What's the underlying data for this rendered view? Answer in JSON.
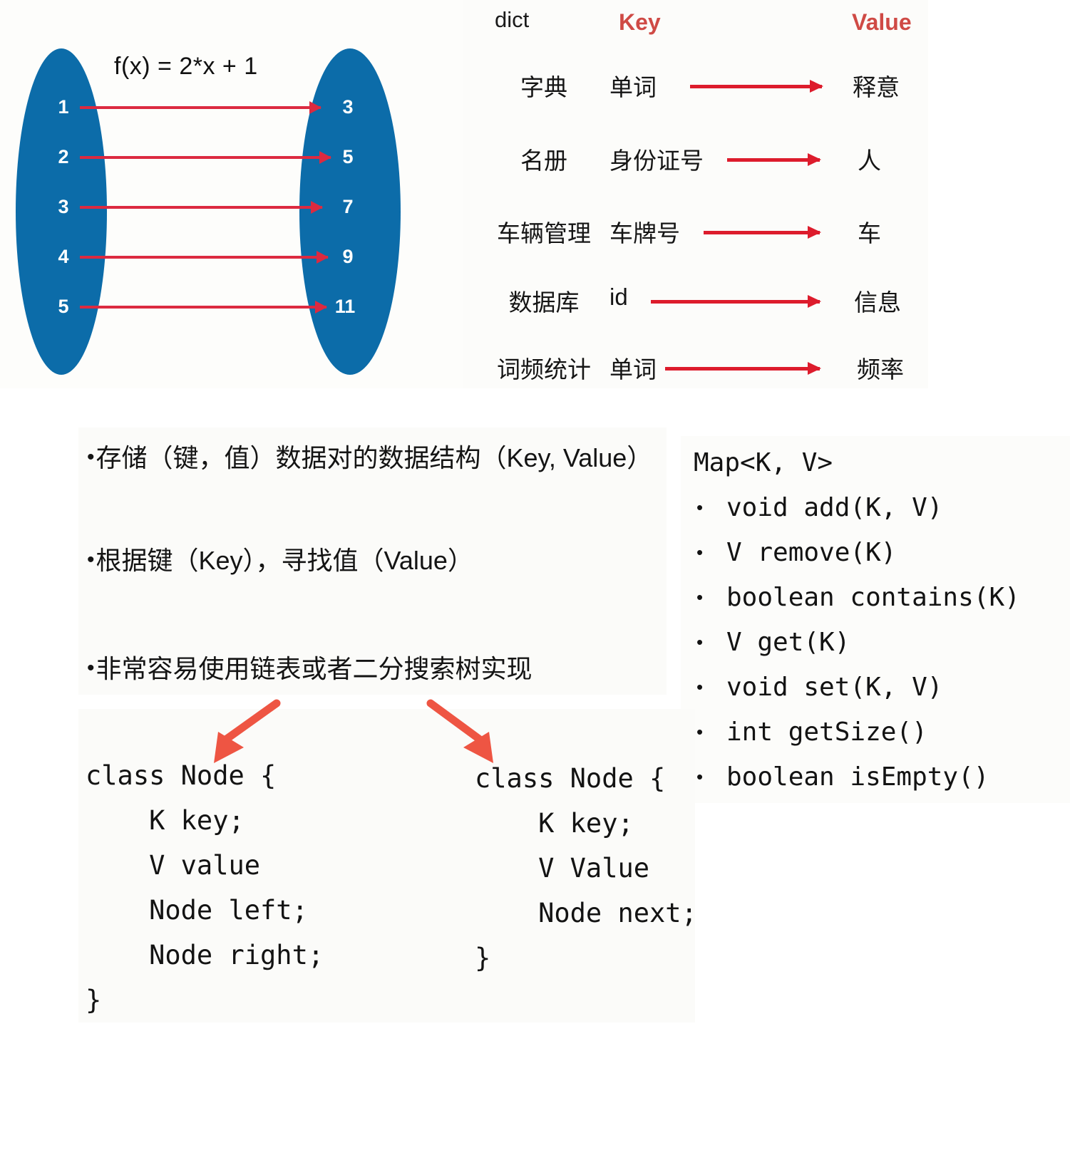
{
  "function_diagram": {
    "formula": "f(x) = 2*x + 1",
    "domain": [
      "1",
      "2",
      "3",
      "4",
      "5"
    ],
    "range": [
      "3",
      "5",
      "7",
      "9",
      "11"
    ]
  },
  "dict_table": {
    "title": "dict",
    "headers": {
      "key": "Key",
      "value": "Value"
    },
    "rows": [
      {
        "context": "字典",
        "key": "单词",
        "value": "释意"
      },
      {
        "context": "名册",
        "key": "身份证号",
        "value": "人"
      },
      {
        "context": "车辆管理",
        "key": "车牌号",
        "value": "车"
      },
      {
        "context": "数据库",
        "key": "id",
        "value": "信息"
      },
      {
        "context": "词频统计",
        "key": "单词",
        "value": "频率"
      }
    ]
  },
  "bullets": [
    "存储（键，值）数据对的数据结构（Key, Value）",
    "根据键（Key），寻找值（Value）",
    "非常容易使用链表或者二分搜索树实现"
  ],
  "map_api": {
    "title": "Map<K, V>",
    "methods": [
      "void add(K, V)",
      "V remove(K)",
      "boolean contains(K)",
      "V get(K)",
      "void set(K, V)",
      "int getSize()",
      "boolean isEmpty()"
    ]
  },
  "code_blocks": {
    "tree_node": "class Node {\n    K key;\n    V value\n    Node left;\n    Node right;\n}",
    "list_node": "class Node {\n    K key;\n    V Value\n    Node next;\n}"
  },
  "colors": {
    "ellipse_blue": "#0c6ca9",
    "map_arrow_red": "#dc2a40",
    "kv_arrow_red": "#dd1c2c",
    "header_red": "#cf4a45",
    "diagonal_arrow_red": "#ee5543",
    "panel_bg": "#fcfcfa"
  }
}
